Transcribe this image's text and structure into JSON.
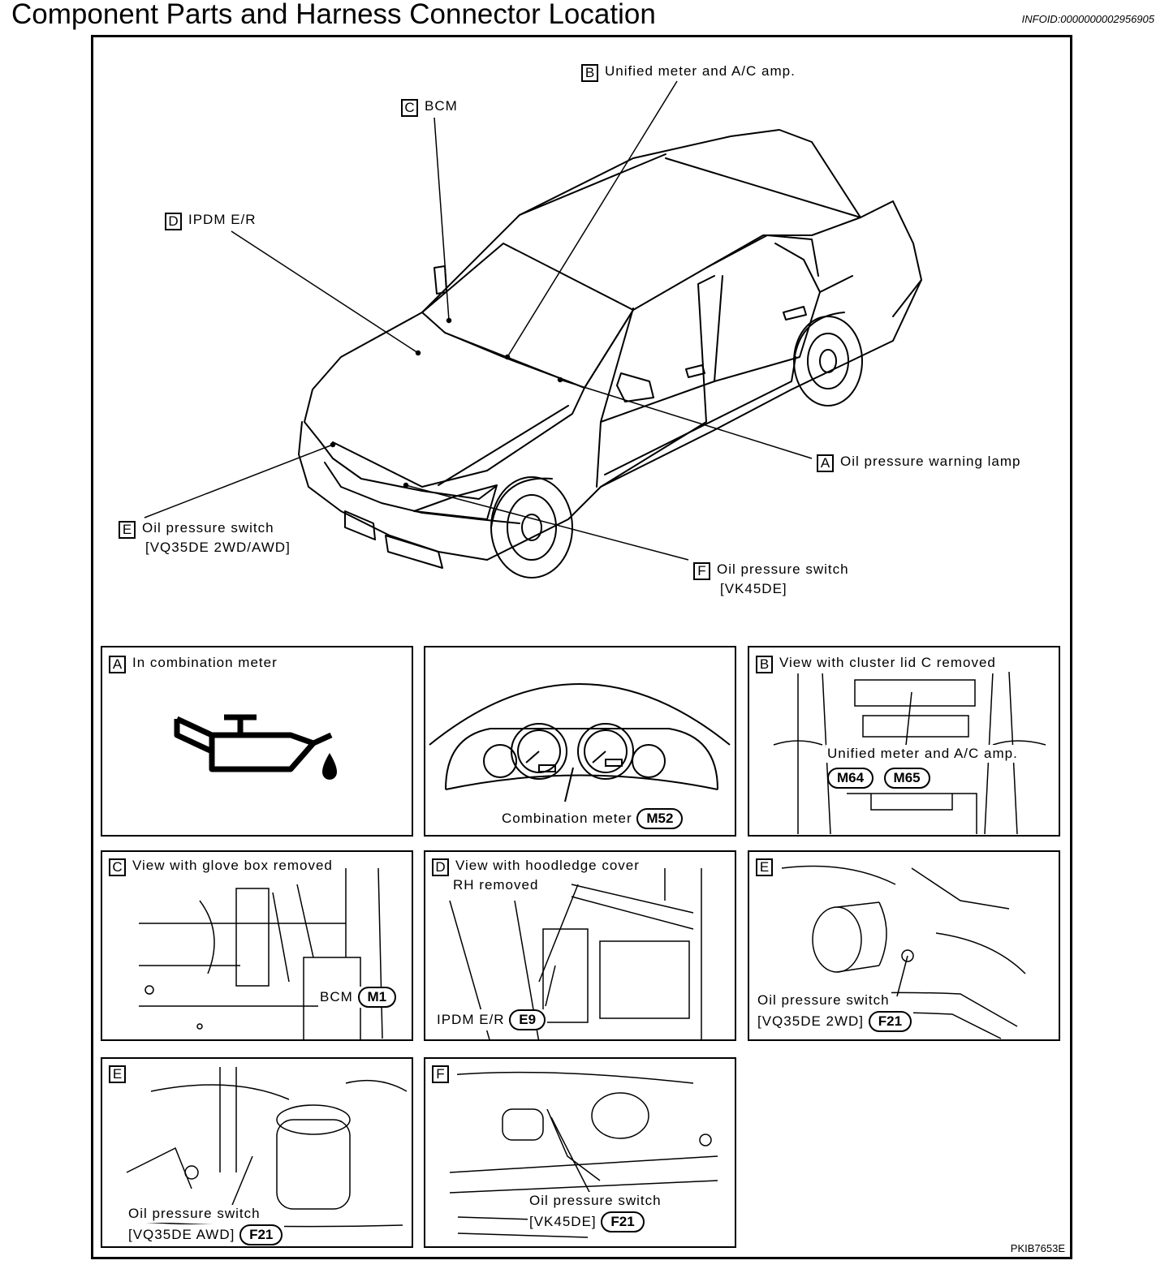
{
  "header": {
    "title": "Component Parts and Harness Connector Location",
    "info_id": "INFOID:0000000002956905"
  },
  "car_labels": {
    "b": {
      "letter": "B",
      "text": "Unified meter and A/C amp."
    },
    "c": {
      "letter": "C",
      "text": "BCM"
    },
    "d": {
      "letter": "D",
      "text": "IPDM E/R"
    },
    "a": {
      "letter": "A",
      "text": "Oil pressure warning lamp"
    },
    "e": {
      "letter": "E",
      "line1": "Oil pressure switch",
      "line2": "[VQ35DE 2WD/AWD]"
    },
    "f": {
      "letter": "F",
      "line1": "Oil pressure switch",
      "line2": "[VK45DE]"
    }
  },
  "panels": {
    "a": {
      "letter": "A",
      "caption": "In combination meter"
    },
    "meter": {
      "caption": "Combination meter",
      "connector": "M52"
    },
    "b": {
      "letter": "B",
      "caption": "View with cluster lid C removed",
      "label": "Unified meter and A/C amp.",
      "connector1": "M64",
      "connector2": "M65"
    },
    "c": {
      "letter": "C",
      "caption": "View with glove box removed",
      "label": "BCM",
      "connector": "M1"
    },
    "d": {
      "letter": "D",
      "caption_line1": "View with hoodledge cover",
      "caption_line2": "RH removed",
      "label": "IPDM E/R",
      "connector": "E9"
    },
    "e1": {
      "letter": "E",
      "line1": "Oil pressure switch",
      "line2": "[VQ35DE 2WD]",
      "connector": "F21"
    },
    "e2": {
      "letter": "E",
      "line1": "Oil pressure switch",
      "line2": "[VQ35DE AWD]",
      "connector": "F21"
    },
    "f": {
      "letter": "F",
      "line1": "Oil pressure switch",
      "line2": "[VK45DE]",
      "connector": "F21"
    }
  },
  "figure_code": "PKIB7653E",
  "icons": [
    "oil-can-icon"
  ]
}
